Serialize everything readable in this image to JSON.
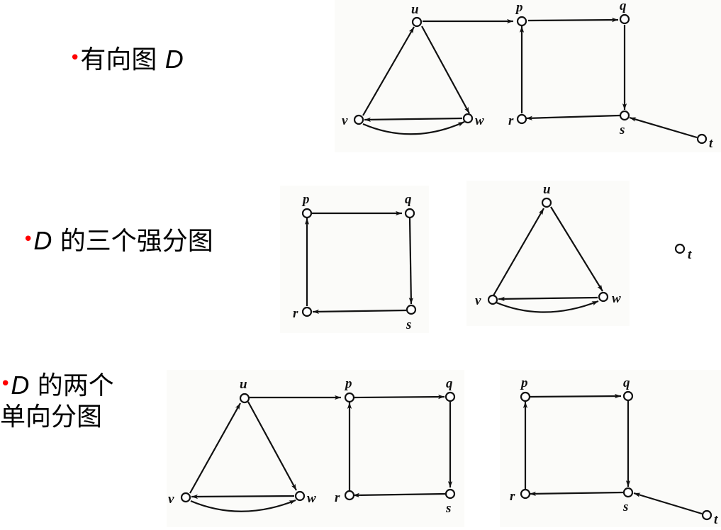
{
  "slide": {
    "background": "#ffffff",
    "bullet_color": "#ff0000",
    "bullet_glyph": "•"
  },
  "sections": [
    {
      "id": "digraph",
      "bullet": "•",
      "text": "有向图 ",
      "var": "D",
      "var_first": false
    },
    {
      "id": "strong",
      "bullet": "•",
      "var": "D",
      "text": " 的三个强分图",
      "var_first": true
    },
    {
      "id": "unilateral",
      "bullet": "•",
      "var": "D",
      "text_line1": " 的两个",
      "text_line2": "单向分图",
      "var_first": true
    }
  ],
  "graphs": {
    "D": {
      "nodes": [
        "u",
        "v",
        "w",
        "p",
        "q",
        "r",
        "s",
        "t"
      ],
      "edges": [
        [
          "v",
          "u"
        ],
        [
          "u",
          "w"
        ],
        [
          "w",
          "v"
        ],
        [
          "v",
          "w"
        ],
        [
          "u",
          "p"
        ],
        [
          "p",
          "q"
        ],
        [
          "q",
          "s"
        ],
        [
          "s",
          "r"
        ],
        [
          "r",
          "p"
        ],
        [
          "t",
          "s"
        ]
      ]
    },
    "strong_components": [
      {
        "nodes": [
          "p",
          "q",
          "r",
          "s"
        ],
        "edges": [
          [
            "p",
            "q"
          ],
          [
            "q",
            "s"
          ],
          [
            "s",
            "r"
          ],
          [
            "r",
            "p"
          ]
        ]
      },
      {
        "nodes": [
          "u",
          "v",
          "w"
        ],
        "edges": [
          [
            "v",
            "u"
          ],
          [
            "u",
            "w"
          ],
          [
            "w",
            "v"
          ],
          [
            "v",
            "w"
          ]
        ]
      },
      {
        "nodes": [
          "t"
        ],
        "edges": []
      }
    ],
    "unilateral_components": [
      {
        "nodes": [
          "u",
          "v",
          "w",
          "p",
          "q",
          "r",
          "s"
        ],
        "edges": [
          [
            "v",
            "u"
          ],
          [
            "u",
            "w"
          ],
          [
            "w",
            "v"
          ],
          [
            "v",
            "w"
          ],
          [
            "u",
            "p"
          ],
          [
            "p",
            "q"
          ],
          [
            "q",
            "s"
          ],
          [
            "s",
            "r"
          ],
          [
            "r",
            "p"
          ]
        ]
      },
      {
        "nodes": [
          "p",
          "q",
          "r",
          "s",
          "t"
        ],
        "edges": [
          [
            "p",
            "q"
          ],
          [
            "q",
            "s"
          ],
          [
            "s",
            "r"
          ],
          [
            "r",
            "p"
          ],
          [
            "t",
            "s"
          ]
        ]
      }
    ]
  },
  "node_labels": {
    "u": "u",
    "v": "v",
    "w": "w",
    "p": "p",
    "q": "q",
    "r": "r",
    "s": "s",
    "t": "t"
  }
}
